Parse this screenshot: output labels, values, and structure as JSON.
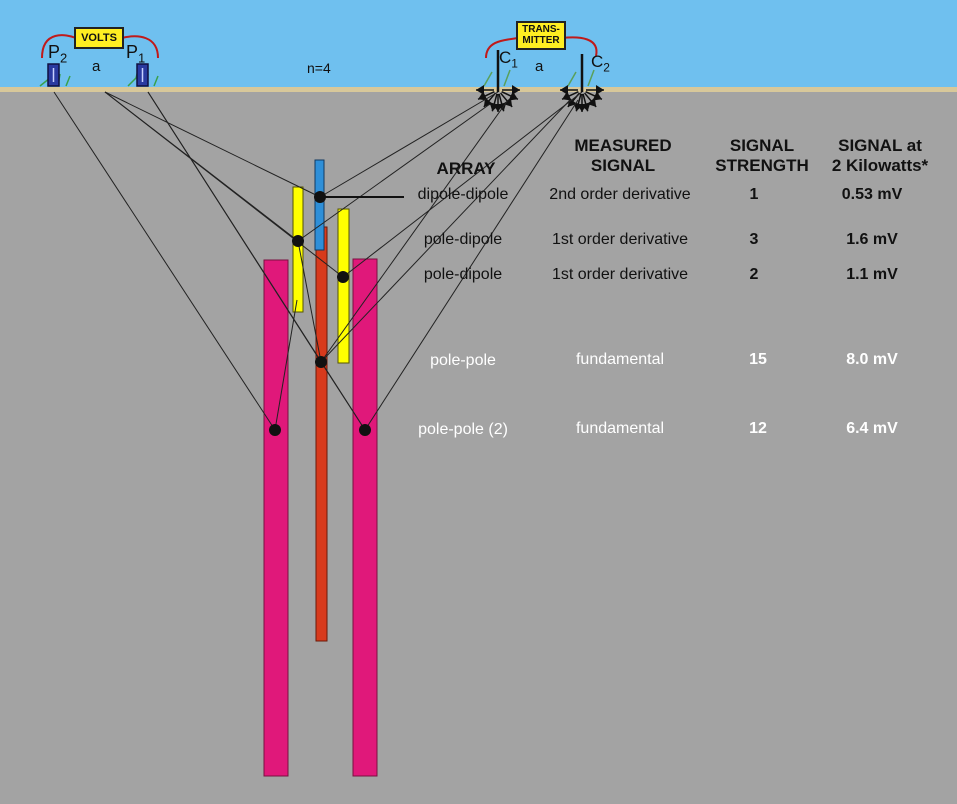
{
  "instruments": {
    "volts_label": "VOLTS",
    "transmitter_line1": "TRANS-",
    "transmitter_line2": "MITTER"
  },
  "electrodes": {
    "p2": "P",
    "p2_sub": "2",
    "p1": "P",
    "p1_sub": "1",
    "c1": "C",
    "c1_sub": "1",
    "c2": "C",
    "c2_sub": "2",
    "spacing_left": "a",
    "spacing_right": "a",
    "separation": "n=4"
  },
  "table": {
    "headers": {
      "array": "ARRAY",
      "measured_line1": "MEASURED",
      "measured_line2": "SIGNAL",
      "strength_line1": "SIGNAL",
      "strength_line2": "STRENGTH",
      "signal_line1": "SIGNAL at",
      "signal_line2": "2 Kilowatts*"
    },
    "rows": [
      {
        "array": "dipole-dipole",
        "measured": "2nd order derivative",
        "strength": "1",
        "signal": "0.53 mV"
      },
      {
        "array": "pole-dipole",
        "measured": "1st order derivative",
        "strength": "3",
        "signal": "1.6 mV"
      },
      {
        "array": "pole-dipole",
        "measured": "1st order derivative",
        "strength": "2",
        "signal": "1.1 mV"
      },
      {
        "array": "pole-pole",
        "measured": "fundamental",
        "strength": "15",
        "signal": "8.0 mV"
      },
      {
        "array": "pole-pole (2)",
        "measured": "fundamental",
        "strength": "12",
        "signal": "6.4 mV"
      }
    ]
  },
  "colors": {
    "sky": "#6fc0ef",
    "ground": "#a3a3a3",
    "surface": "#d8c89a",
    "magenta_body": "#e0187a",
    "red_body": "#d83a1c",
    "yellow_body": "#ffff00",
    "blue_body": "#2e8fd8",
    "wire": "#c01a1a"
  }
}
